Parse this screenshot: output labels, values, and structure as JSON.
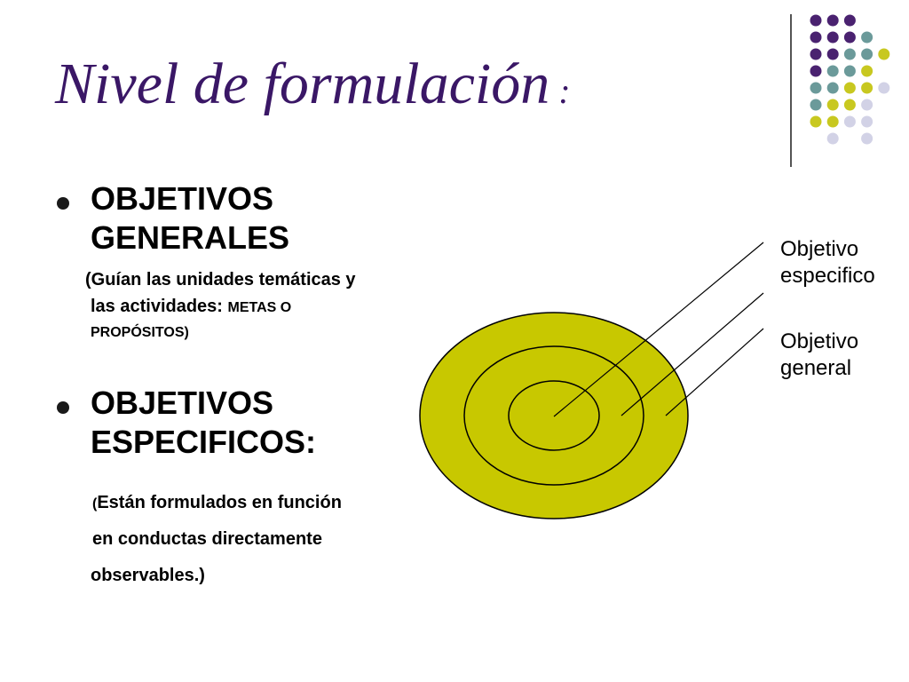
{
  "slide": {
    "title": "Nivel de formulación",
    "title_suffix": " :"
  },
  "colors": {
    "title": "#3a1766",
    "target_fill": "#c8c800",
    "dot_purple": "#4a2270",
    "dot_teal": "#6b9a9a",
    "dot_yellow": "#c8c820",
    "dot_lavender": "#d2d2e6"
  },
  "general": {
    "heading_line1": "OBJETIVOS",
    "heading_line2": "GENERALES",
    "desc_line1": "(Guían las unidades temáticas y",
    "desc_line2_prefix": "las actividades: ",
    "desc_line2_suffix": "METAS O",
    "desc_line3": "PROPÓSITOS)"
  },
  "specific": {
    "heading_line1": "OBJETIVOS",
    "heading_line2": "ESPECIFICOS:",
    "desc_line1_paren": "(",
    "desc_line1_rest": "Están formulados en función",
    "desc_line2": "en conductas directamente",
    "desc_line3": "observables.)"
  },
  "diagram": {
    "label_specific_line1": "Objetivo",
    "label_specific_line2": "especifico",
    "label_general_line1": "Objetivo",
    "label_general_line2": "general"
  }
}
